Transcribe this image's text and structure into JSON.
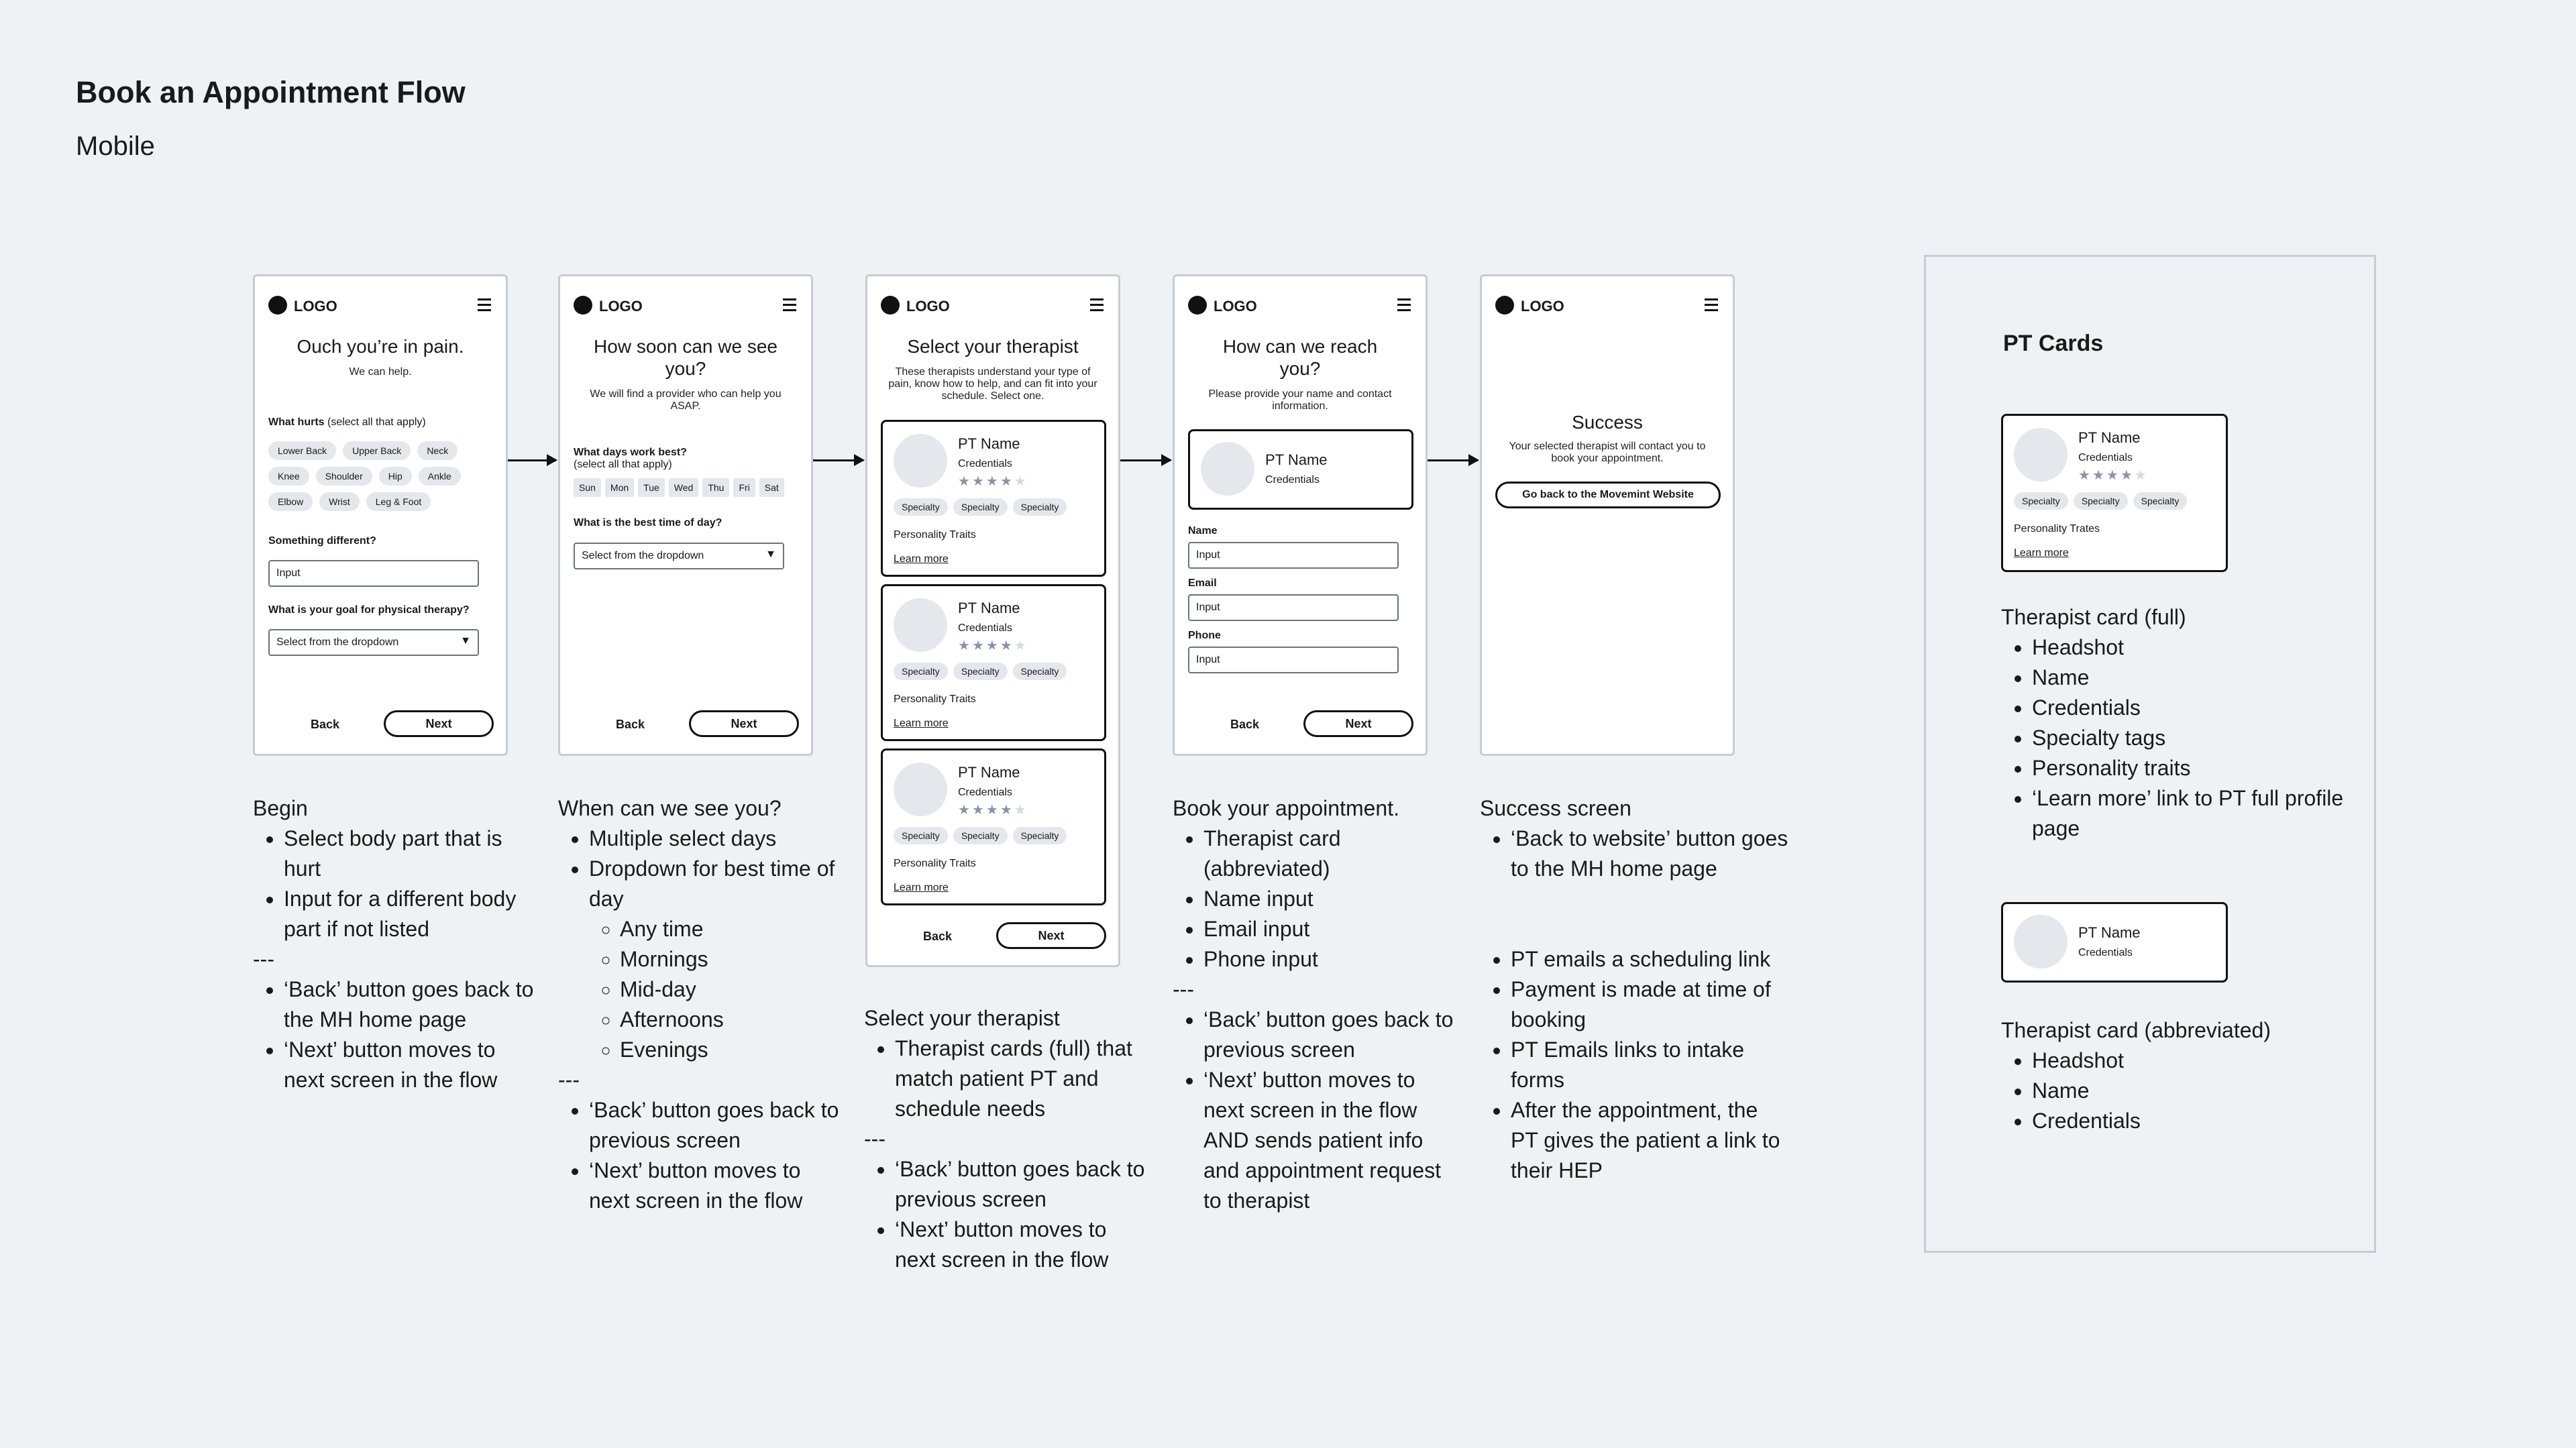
{
  "header": {
    "title": "Book an Appointment Flow",
    "subtitle": "Mobile"
  },
  "common": {
    "logo": "LOGO",
    "back": "Back",
    "next": "Next",
    "input_placeholder": "Input",
    "select_placeholder": "Select from the dropdown",
    "arrow": "▼"
  },
  "screen1": {
    "title": "Ouch you’re in pain.",
    "sub": "We can help.",
    "hurts_label": "What hurts",
    "hurts_hint": " (select all that apply)",
    "parts": [
      "Lower Back",
      "Upper Back",
      "Neck",
      "Knee",
      "Shoulder",
      "Hip",
      "Ankle",
      "Elbow",
      "Wrist",
      "Leg & Foot"
    ],
    "different_label": "Something different?",
    "goal_label": "What is your goal for physical therapy?"
  },
  "screen2": {
    "title": "How soon can we see you?",
    "sub": "We will find a provider who can help you ASAP.",
    "days_label": "What days work best?",
    "days_hint": "(select all that apply)",
    "days": [
      "Sun",
      "Mon",
      "Tue",
      "Wed",
      "Thu",
      "Fri",
      "Sat"
    ],
    "time_label": "What is the best time of day?"
  },
  "screen3": {
    "title": "Select your therapist",
    "sub": "These therapists understand your type of pain, know how to help, and can fit into your schedule. Select one."
  },
  "card": {
    "name": "PT Name",
    "credentials": "Credentials",
    "specialty": "Specialty",
    "traits": "Personality Traits",
    "learn": "Learn more",
    "rating": 4
  },
  "screen4": {
    "title": "How can we reach you?",
    "sub": "Please provide your name and contact information.",
    "name_label": "Name",
    "email_label": "Email",
    "phone_label": "Phone"
  },
  "screen5": {
    "title": "Success",
    "sub": "Your selected therapist will contact you to book your appointment.",
    "button": "Go back to the Movemint Website"
  },
  "notes": {
    "n1": {
      "head": "Begin",
      "a": [
        "Select body part that is hurt",
        "Input for a different body part if not listed"
      ],
      "sep": "---",
      "b": [
        "‘Back’ button goes back to the MH home page",
        "‘Next’ button moves to next screen in the flow"
      ]
    },
    "n2": {
      "head": "When can we see you?",
      "a1": "Multiple select days",
      "a2": "Dropdown for best time of day",
      "times": [
        "Any time",
        "Mornings",
        "Mid-day",
        "Afternoons",
        "Evenings"
      ],
      "sep": "---",
      "b": [
        "‘Back’ button goes back to previous screen",
        "‘Next’ button moves to next screen in the flow"
      ]
    },
    "n3": {
      "head": "Select your therapist",
      "a": [
        "Therapist cards (full) that match patient PT and schedule needs"
      ],
      "sep": "---",
      "b": [
        "‘Back’ button goes back to previous screen",
        "‘Next’ button moves to next screen in the flow"
      ]
    },
    "n4": {
      "head": "Book your appointment.",
      "a": [
        "Therapist card (abbreviated)",
        "Name input",
        "Email input",
        "Phone input"
      ],
      "sep": "---",
      "b": [
        "‘Back’ button goes back to previous screen",
        "‘Next’ button moves to next screen in the flow AND sends patient info and appointment request to therapist"
      ]
    },
    "n5": {
      "head": "Success screen",
      "a": [
        "‘Back to website’ button goes to the MH home page"
      ],
      "b": [
        "PT emails a scheduling link",
        "Payment is made at time of booking",
        "PT Emails links to intake forms",
        "After the appointment, the PT gives the patient a link to their HEP"
      ]
    }
  },
  "pt_cards": {
    "title": "PT Cards",
    "full_traits": "Personality Trates",
    "full_head": "Therapist card (full)",
    "full_items": [
      "Headshot",
      "Name",
      "Credentials",
      "Specialty tags",
      "Personality traits",
      "‘Learn more’ link to PT full profile page"
    ],
    "abbr_head": "Therapist card (abbreviated)",
    "abbr_items": [
      "Headshot",
      "Name",
      "Credentials"
    ]
  }
}
